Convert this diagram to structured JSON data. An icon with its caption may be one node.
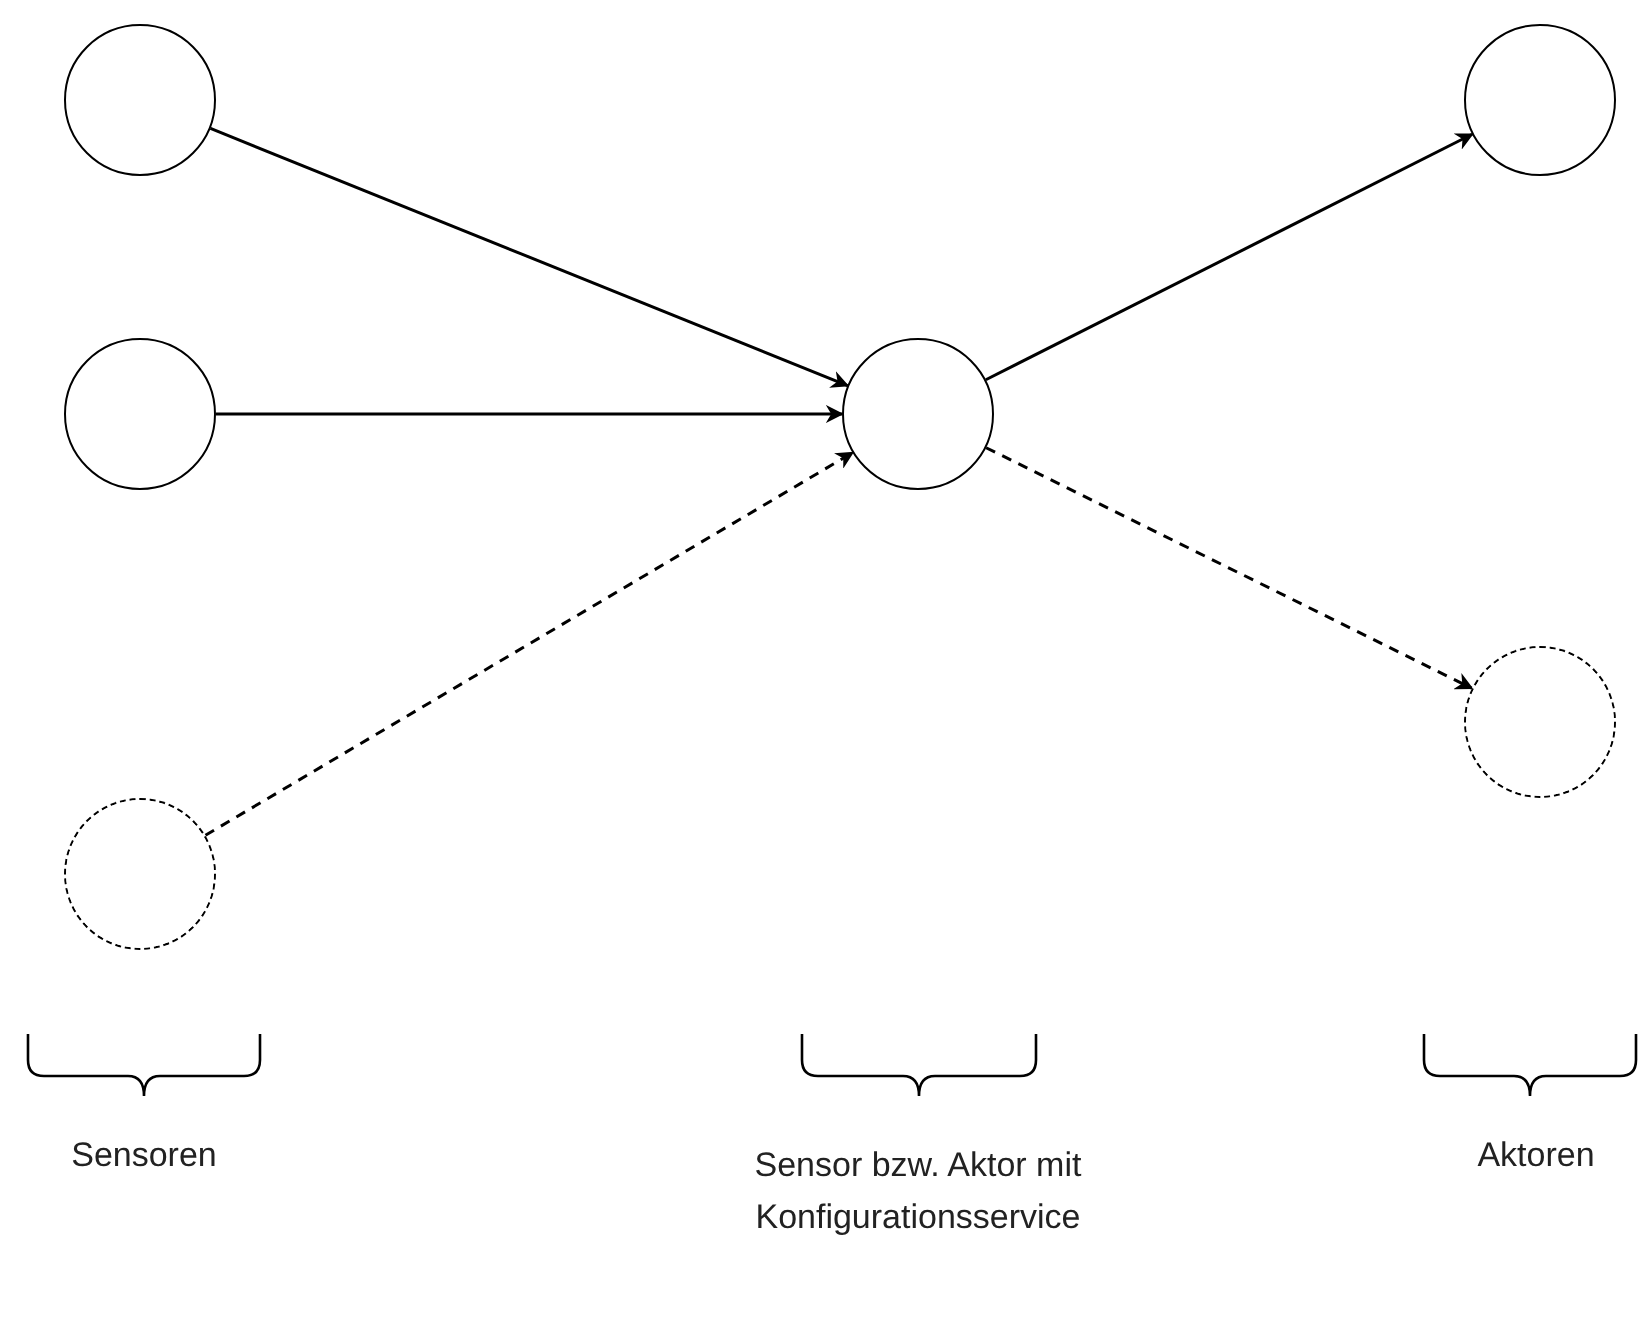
{
  "diagram": {
    "nodes": [
      {
        "text": [],
        "shape": "circle"
      },
      {
        "text": [],
        "shape": "circle"
      },
      {
        "text": [],
        "shape": "circle"
      },
      {
        "text": [],
        "shape": "circle"
      },
      {
        "text": [],
        "shape": "circle"
      },
      {
        "text": [],
        "shape": "circle"
      }
    ],
    "edges": [
      {
        "from": 0,
        "to": 3,
        "arrow": "to"
      },
      {
        "from": 1,
        "to": 3,
        "arrow": "to"
      },
      {
        "from": 2,
        "to": 3,
        "arrow": "to",
        "style": "dashed"
      },
      {
        "from": 3,
        "to": 4,
        "arrow": "to"
      },
      {
        "from": 3,
        "to": 5,
        "arrow": "to",
        "style": "dashed"
      }
    ],
    "labels": [
      "Sensoren",
      "Sensor bzw. Aktor mit Konfigurationsservice",
      "Aktoren"
    ]
  }
}
